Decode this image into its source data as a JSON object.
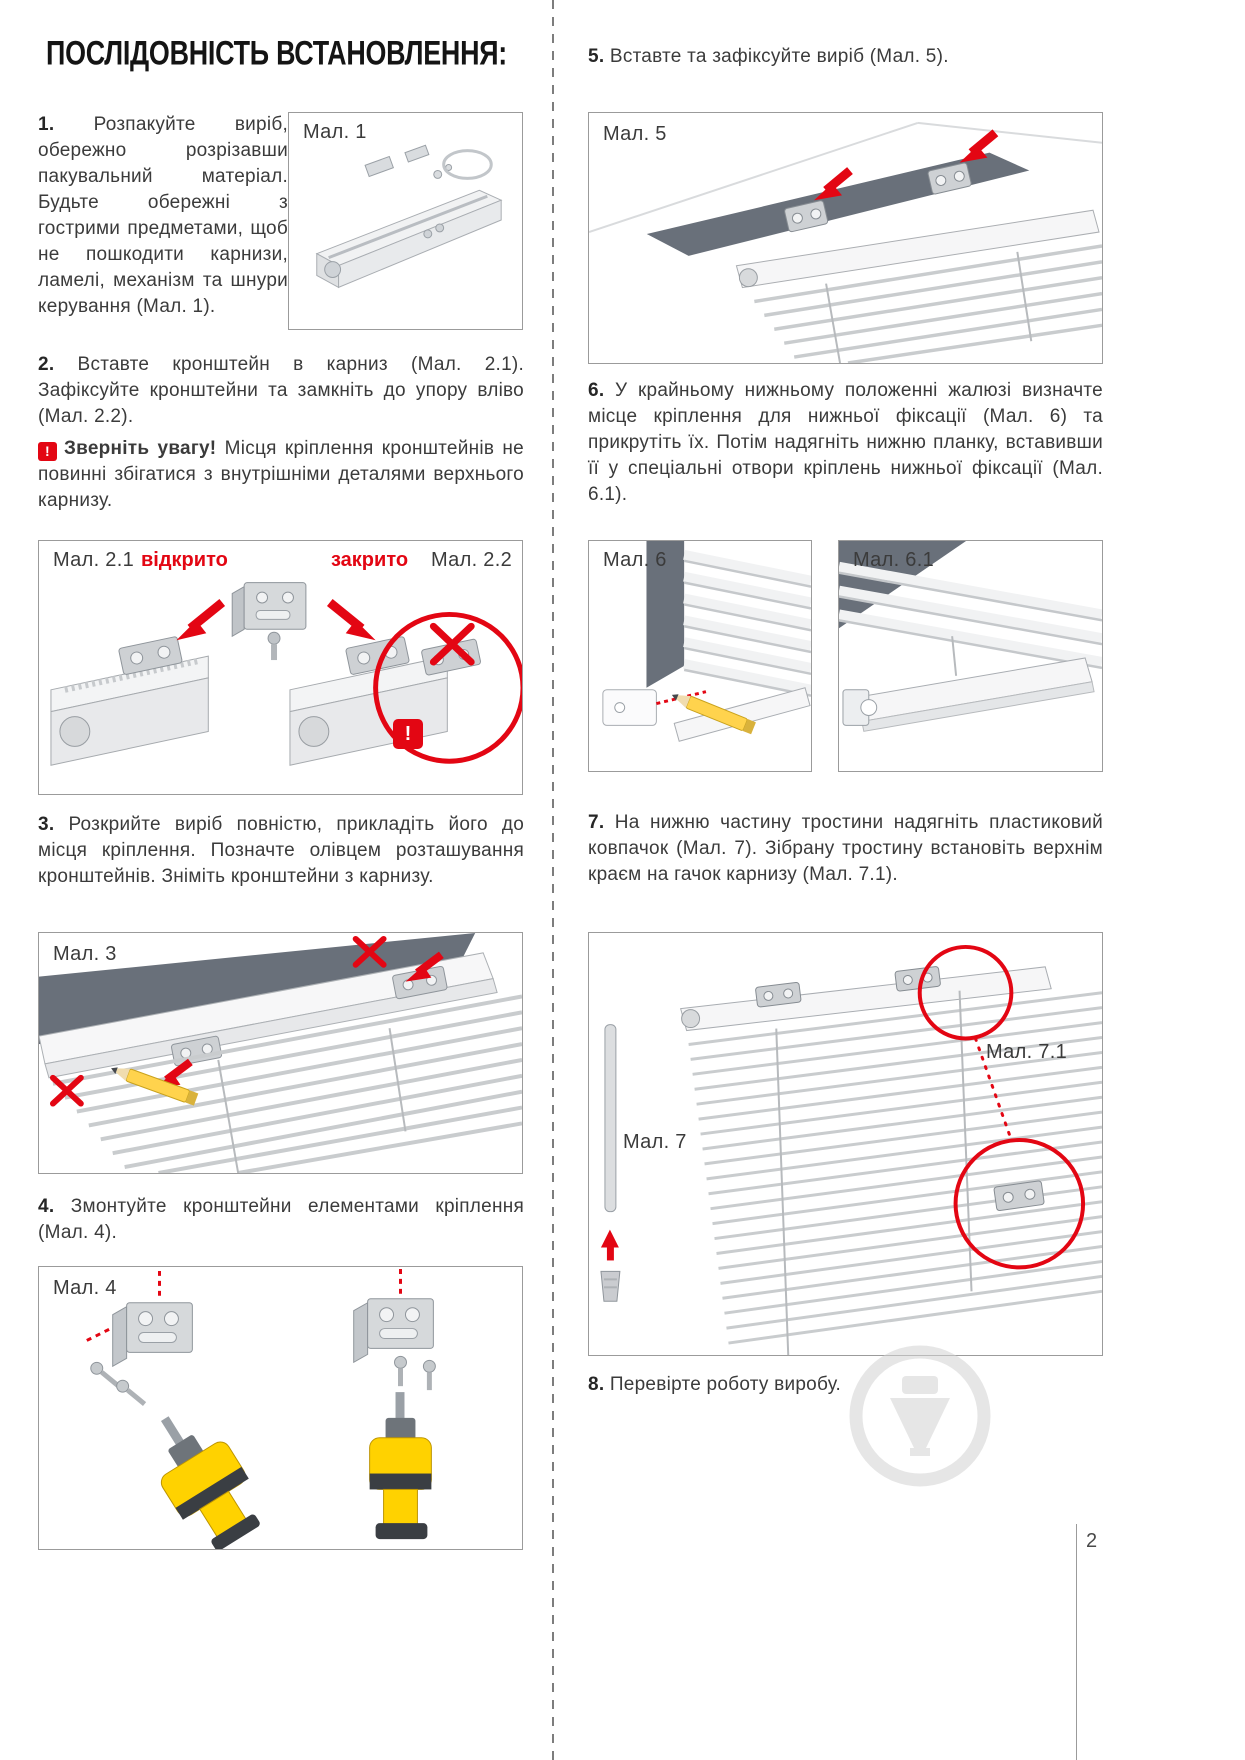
{
  "title": "ПОСЛІДОВНІСТЬ ВСТАНОВЛЕННЯ:",
  "page_number": "2",
  "steps": {
    "step1": {
      "num": "1.",
      "text": "Розпакуйте виріб, обережно розрізавши пакувальний матеріал. Будьте обережні з гострими предметами, щоб не пошкодити карнизи, ламелі, механізм та шнури керування (Мал. 1)."
    },
    "step2": {
      "num": "2.",
      "text": "Вставте кронштейн в карниз (Мал. 2.1). Зафіксуйте кронштейни та замкніть до упору вліво (Мал. 2.2)."
    },
    "step2_warning": {
      "icon": "!",
      "bold": "Зверніть увагу!",
      "text": "Місця кріплення кронштейнів не повинні збігатися з внутрішніми деталями верхнього карнизу."
    },
    "step3": {
      "num": "3.",
      "text": "Розкрийте виріб повністю, прикладіть його до місця кріплення. Позначте олівцем розташування кронштейнів. Зніміть кронштейни з карнизу."
    },
    "step4": {
      "num": "4.",
      "text": "Змонтуйте кронштейни елементами кріплення (Мал. 4)."
    },
    "step5": {
      "num": "5.",
      "text": "Вставте та зафіксуйте виріб (Мал. 5)."
    },
    "step6": {
      "num": "6.",
      "text": "У крайньому нижньому положенні жалюзі визначте місце кріплення для нижньої фіксації (Мал. 6) та прикрутіть їх. Потім надягніть нижню планку, вставивши її у спеціальні отвори кріплень нижньої фіксації (Мал. 6.1)."
    },
    "step7": {
      "num": "7.",
      "text": "На нижню частину тростини надягніть пластиковий ковпачок (Мал. 7). Зібрану тростину встановіть верхнім краєм на гачок карнизу (Мал. 7.1)."
    },
    "step8": {
      "num": "8.",
      "text": "Перевірте роботу виробу."
    }
  },
  "figures": {
    "fig1": {
      "label": "Мал. 1"
    },
    "fig2": {
      "label_left": "Мал. 2.1",
      "label_right": "Мал. 2.2",
      "open": "відкрито",
      "closed": "закрито",
      "exclam": "!"
    },
    "fig3": {
      "label": "Мал. 3"
    },
    "fig4": {
      "label": "Мал. 4"
    },
    "fig5": {
      "label": "Мал. 5"
    },
    "fig6": {
      "label": "Мал. 6"
    },
    "fig6_1": {
      "label": "Мал. 6.1"
    },
    "fig7": {
      "label": "Мал. 7",
      "label_detail": "Мал. 7.1"
    }
  },
  "colors": {
    "accent_red": "#e30613",
    "text": "#3b3b3b",
    "figure_border": "#9b9b9b",
    "drill_yellow": "#ffd200",
    "dark_panel": "#69707a"
  }
}
